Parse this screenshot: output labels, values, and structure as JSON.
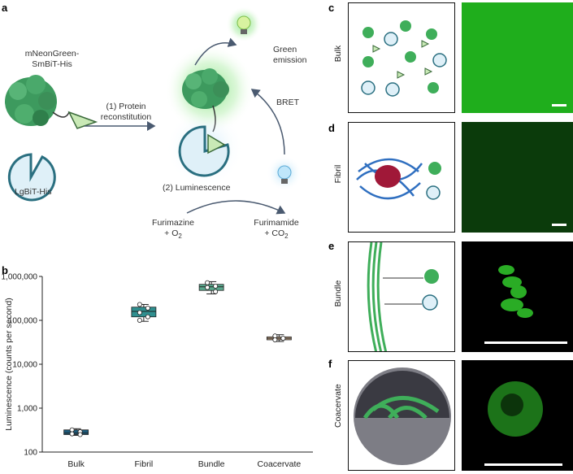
{
  "panels": {
    "a": "a",
    "b": "b",
    "c": "c",
    "d": "d",
    "e": "e",
    "f": "f"
  },
  "panel_a": {
    "protein_label_line1": "mNeonGreen-",
    "protein_label_line2": "SmBiT-His",
    "lgbit_label": "LgBiT-His",
    "step1_line1": "(1) Protein",
    "step1_line2": "reconstitution",
    "emission_line1": "Green",
    "emission_line2": "emission",
    "bret": "BRET",
    "step2": "(2) Luminescence",
    "substrate_line1": "Furimazine",
    "substrate_line2": "+ O",
    "substrate_sub": "2",
    "product_line1": "Furimamide",
    "product_line2": "+ CO",
    "product_sub": "2"
  },
  "conditions": [
    "Bulk",
    "Fibril",
    "Bundle",
    "Coacervate"
  ],
  "colors": {
    "green": "#3fae5a",
    "light_blue": "#bde3f5",
    "teal": "#2a6f80",
    "bulk_box": "#1d5a7a",
    "fibril_box": "#2f8f8f",
    "bundle_box": "#5aa98d",
    "coacervate_box": "#c9a98a"
  },
  "chart_data": {
    "type": "box",
    "ylabel": "Luminescence (counts per second)",
    "xlabel": "",
    "y_scale": "log",
    "ylim": [
      100,
      1000000
    ],
    "y_ticks": [
      "100",
      "1,000",
      "10,000",
      "100,000",
      "1,000,000"
    ],
    "categories": [
      "Bulk",
      "Fibril",
      "Bundle",
      "Coacervate"
    ],
    "boxes": [
      {
        "name": "Bulk",
        "min": 240,
        "q1": 250,
        "median": 270,
        "q3": 320,
        "max": 340,
        "points": [
          320,
          290,
          260,
          250
        ]
      },
      {
        "name": "Fibril",
        "min": 95000,
        "q1": 120000,
        "median": 160000,
        "q3": 200000,
        "max": 230000,
        "points": [
          230000,
          190000,
          150000,
          120000,
          100000
        ]
      },
      {
        "name": "Bundle",
        "min": 400000,
        "q1": 480000,
        "median": 580000,
        "q3": 660000,
        "max": 760000,
        "points": [
          720000,
          600000,
          560000,
          450000
        ]
      },
      {
        "name": "Coacervate",
        "min": 33000,
        "q1": 36000,
        "median": 39000,
        "q3": 42000,
        "max": 47000,
        "points": [
          44000,
          39000,
          36000
        ]
      }
    ]
  }
}
